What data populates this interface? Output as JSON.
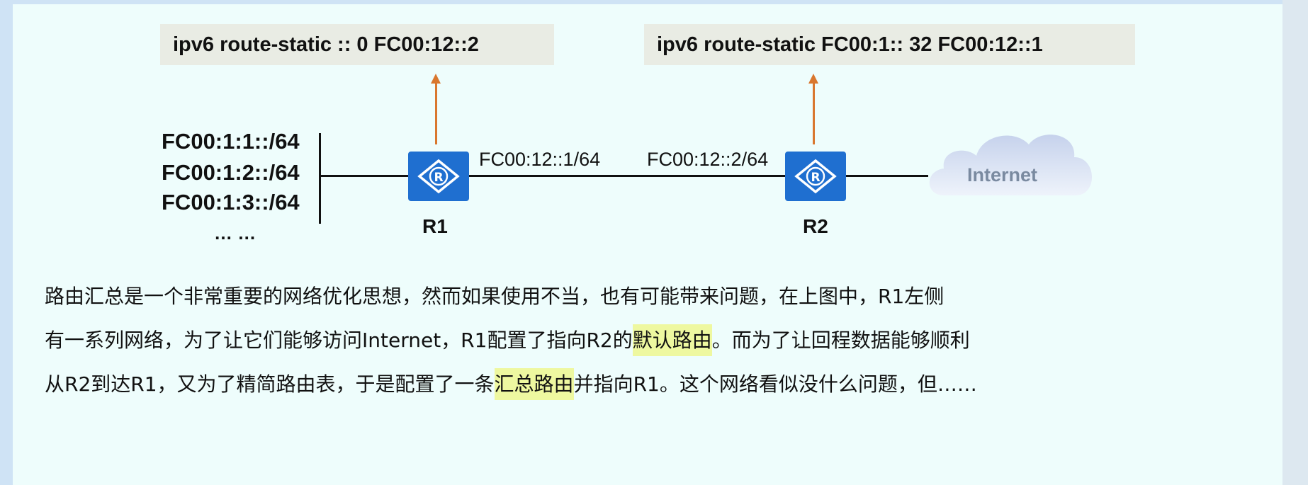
{
  "commands": {
    "r1": "ipv6 route-static :: 0 FC00:12::2",
    "r2": "ipv6 route-static FC00:1:: 32 FC00:12::1"
  },
  "networks": [
    "FC00:1:1::/64",
    "FC00:1:2::/64",
    "FC00:1:3::/64",
    "… …"
  ],
  "routers": {
    "r1": {
      "label": "R1",
      "interface": "FC00:12::1/64"
    },
    "r2": {
      "label": "R2",
      "interface": "FC00:12::2/64"
    }
  },
  "cloud": {
    "label": "Internet"
  },
  "paragraph": {
    "line1": "路由汇总是一个非常重要的网络优化思想，然而如果使用不当，也有可能带来问题，在上图中，R1左侧",
    "line2_a": "有一系列网络，为了让它们能够访问Internet，R1配置了指向R2的",
    "line2_hl": "默认路由",
    "line2_b": "。而为了让回程数据能够顺利",
    "line3_a": "从R2到达R1，又为了精简路由表，于是配置了一条",
    "line3_hl": "汇总路由",
    "line3_b": "并指向R1。这个网络看似没什么问题，但……"
  },
  "colors": {
    "router": "#1f6fd0",
    "arrow": "#d9772e",
    "highlight": "#eef8a0",
    "background": "#eefdfc"
  }
}
